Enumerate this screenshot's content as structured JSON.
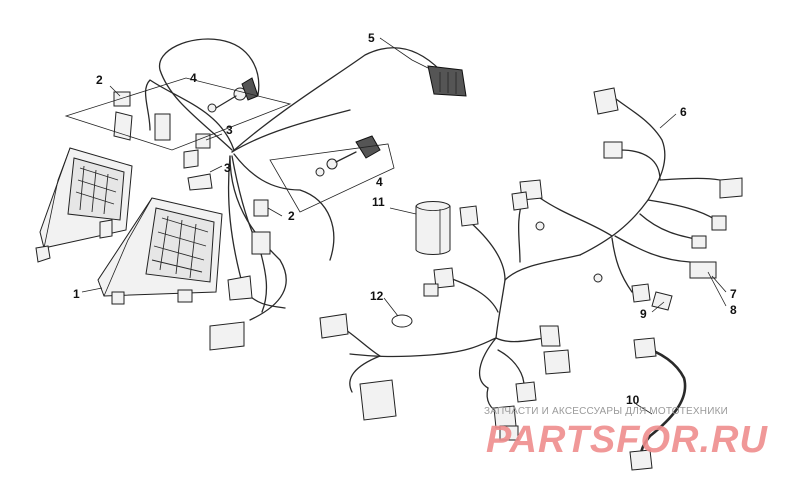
{
  "callouts": {
    "c1": "1",
    "c2a": "2",
    "c2b": "2",
    "c3a": "3",
    "c3b": "3",
    "c4a": "4",
    "c4b": "4",
    "c5": "5",
    "c6": "6",
    "c7": "7",
    "c8": "8",
    "c9": "9",
    "c10": "10",
    "c11": "11",
    "c12": "12"
  },
  "watermark": {
    "top_line": "ЗАПЧАСТИ И АКСЕССУАРЫ ДЛЯ МОТОТЕХНИКИ",
    "brand": "PARTSFOR.RU"
  },
  "colors": {
    "background": "#ffffff",
    "linework": "#2a2a2a",
    "watermark_brand": "#ef8d8d",
    "watermark_text": "#9a9a9a"
  }
}
